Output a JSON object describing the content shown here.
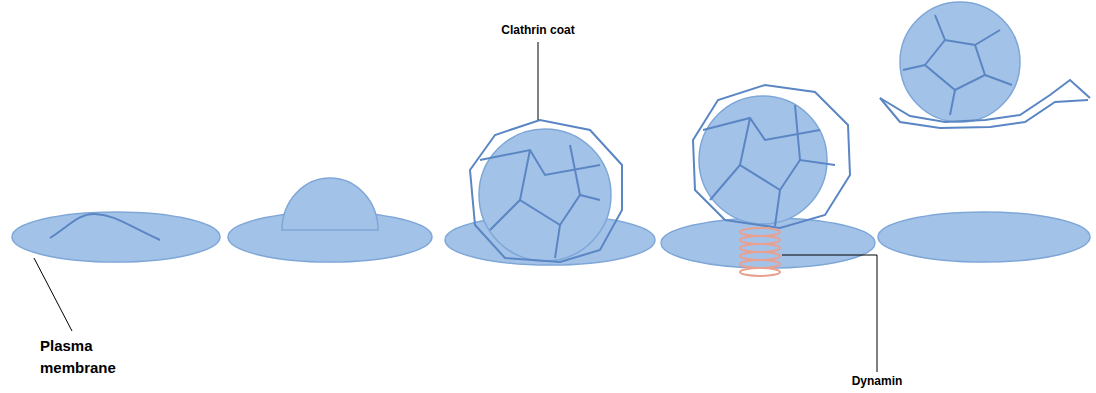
{
  "diagram": {
    "labels": [
      "Clathrin coat",
      "Plasma membrane",
      "Dynamin"
    ]
  }
}
